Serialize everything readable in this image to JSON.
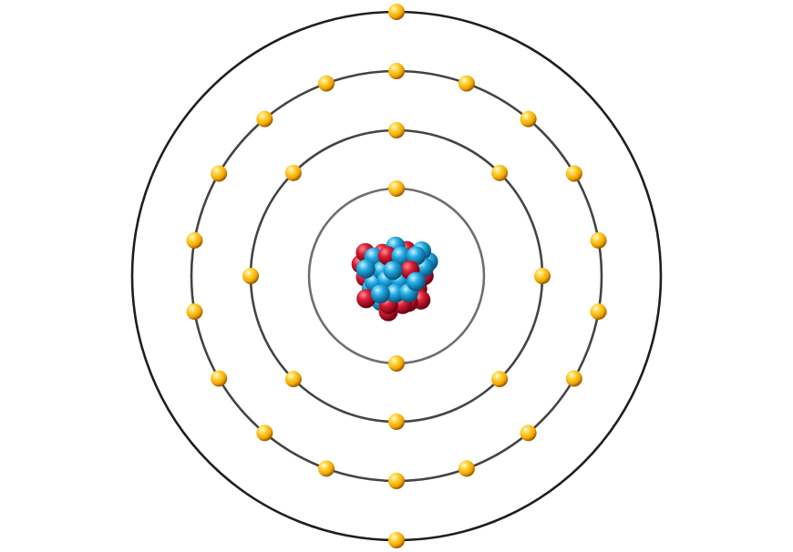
{
  "diagram": {
    "kind": "bohr-atom-model",
    "shells": [
      {
        "shell": 1,
        "electrons": 2
      },
      {
        "shell": 2,
        "electrons": 8
      },
      {
        "shell": 3,
        "electrons": 18
      },
      {
        "shell": 4,
        "electrons": 2
      }
    ],
    "total_electrons": 30,
    "colors": {
      "background": "#ffffff",
      "orbit_inner": "#6e6e6e",
      "orbit_middle": "#444444",
      "orbit_outer": "#1f1f1f",
      "electron": "#f2b20c",
      "electron_highlight": "#fff6b0",
      "electron_shadow": "#b06a00",
      "proton": "#c4122a",
      "neutron": "#1aa3d9"
    }
  }
}
